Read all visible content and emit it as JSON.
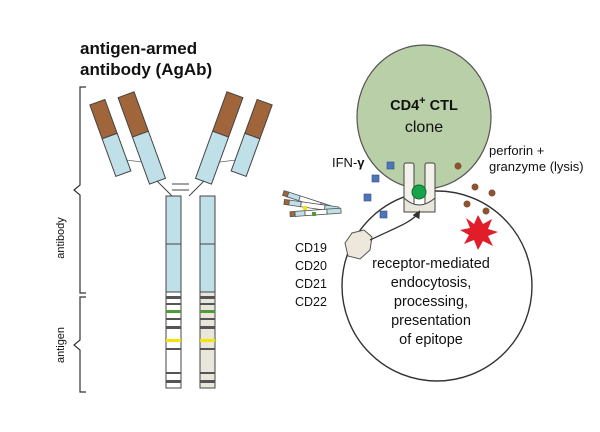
{
  "title": {
    "line1": "antigen-armed",
    "line2": "antibody (AgAb)"
  },
  "brackets": {
    "antibody": "antibody",
    "antigen": "antigen"
  },
  "ctl": {
    "line1_main": "CD4",
    "line1_sup": "+",
    "line1_rest": " CTL",
    "line2": "clone"
  },
  "cytokine": {
    "label_main": "IFN-",
    "label_greek": "γ"
  },
  "perforin": {
    "line1": "perforin +",
    "line2": "granzyme (lysis)"
  },
  "markers": [
    "CD19",
    "CD20",
    "CD21",
    "CD22"
  ],
  "process": {
    "line1": "receptor-mediated",
    "line2": "endocytosis,",
    "line3": "processing,",
    "line4": "presentation",
    "line5": "of epitope"
  },
  "colors": {
    "heavy_brown": "#a0653a",
    "light_blue": "#bfe0e8",
    "cell_green": "#b8cfa8",
    "mhc_green": "#16a34a",
    "ifn_blue": "#4e75b5",
    "granule_brown": "#8a5430",
    "lysis_red": "#e11d2a",
    "stripe_green": "#4f9b3a",
    "stripe_yellow": "#f3e400"
  }
}
